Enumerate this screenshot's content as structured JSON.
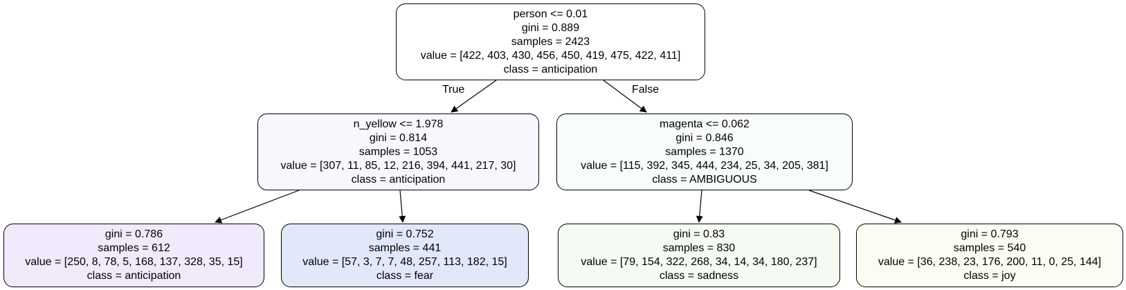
{
  "colors": {
    "root": "#ffffff",
    "left": "#f9f7fe",
    "right": "#f8fdf9",
    "ll": "#f1eafc",
    "lr": "#e2e7f9",
    "rl": "#f5faf2",
    "rr": "#fafdf1",
    "edge": "#000000"
  },
  "edges": {
    "true_label": "True",
    "false_label": "False"
  },
  "nodes": {
    "root": {
      "split": "person <= 0.01",
      "gini": "gini = 0.889",
      "samples": "samples = 2423",
      "value": "value = [422, 403, 430, 456, 450, 419, 475, 422, 411]",
      "class": "class = anticipation"
    },
    "left": {
      "split": "n_yellow <= 1.978",
      "gini": "gini = 0.814",
      "samples": "samples = 1053",
      "value": "value = [307, 11, 85, 12, 216, 394, 441, 217, 30]",
      "class": "class = anticipation"
    },
    "right": {
      "split": "magenta <= 0.062",
      "gini": "gini = 0.846",
      "samples": "samples = 1370",
      "value": "value = [115, 392, 345, 444, 234, 25, 34, 205, 381]",
      "class": "class = AMBIGUOUS"
    },
    "ll": {
      "gini": "gini = 0.786",
      "samples": "samples = 612",
      "value": "value = [250, 8, 78, 5, 168, 137, 328, 35, 15]",
      "class": "class = anticipation"
    },
    "lr": {
      "gini": "gini = 0.752",
      "samples": "samples = 441",
      "value": "value = [57, 3, 7, 7, 48, 257, 113, 182, 15]",
      "class": "class = fear"
    },
    "rl": {
      "gini": "gini = 0.83",
      "samples": "samples = 830",
      "value": "value = [79, 154, 322, 268, 34, 14, 34, 180, 237]",
      "class": "class = sadness"
    },
    "rr": {
      "gini": "gini = 0.793",
      "samples": "samples = 540",
      "value": "value = [36, 238, 23, 176, 200, 11, 0, 25, 144]",
      "class": "class = joy"
    }
  }
}
